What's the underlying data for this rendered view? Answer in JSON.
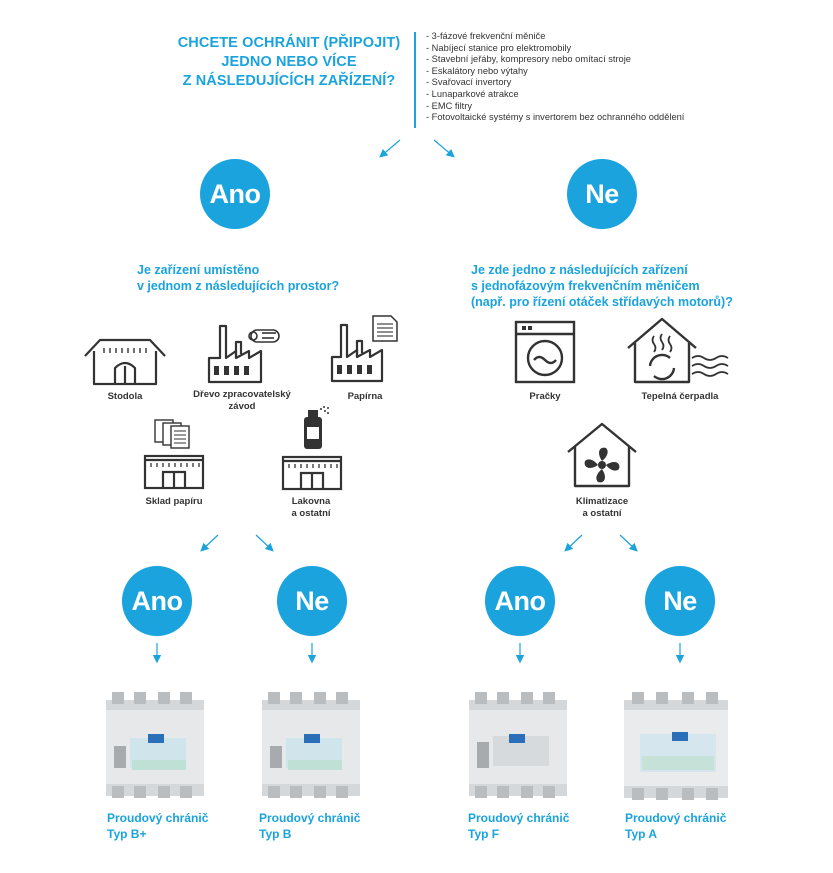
{
  "headline": [
    "CHCETE OCHRÁNIT (PŘIPOJIT)",
    "JEDNO NEBO VÍCE",
    "Z NÁSLEDUJÍCÍCH ZAŘÍZENÍ?"
  ],
  "devices": [
    "- 3-fázové frekvenční měniče",
    "- Nabíjecí stanice pro elektromobily",
    "- Stavební jeřáby, kompresory nebo omítací stroje",
    "- Eskalátory nebo výtahy",
    "- Svařovací invertory",
    "- Lunaparkové atrakce",
    "- EMC filtry",
    "- Fotovoltaické systémy s invertorem bez ochranného oddělení"
  ],
  "answers": {
    "yes": "Ano",
    "no": "Ne"
  },
  "question_left": [
    "Je zařízení umístěno",
    "v jednom z následujících prostor?"
  ],
  "question_right": [
    "Je zde jedno z následujících zařízení",
    "s jednofázovým frekvenčním měničem",
    "(např. pro řízení otáček střídavých motorů)?"
  ],
  "places": {
    "stodola": "Stodola",
    "drevo": [
      "Dřevo zpracovatelský",
      "závod"
    ],
    "papirna": "Papírna",
    "sklad": "Sklad papíru",
    "lakovna": [
      "Lakovna",
      "a ostatní"
    ]
  },
  "appliances": {
    "pracky": "Pračky",
    "cerpadla": "Tepelná čerpadla",
    "klimatizace": [
      "Klimatizace",
      "a ostatní"
    ]
  },
  "products": [
    {
      "line1": "Proudový chránič",
      "line2": "Typ B+"
    },
    {
      "line1": "Proudový chránič",
      "line2": "Typ B"
    },
    {
      "line1": "Proudový chránič",
      "line2": "Typ F"
    },
    {
      "line1": "Proudový chránič",
      "line2": "Typ A"
    }
  ],
  "colors": {
    "accent": "#1aa3dd",
    "icon": "#333333"
  }
}
